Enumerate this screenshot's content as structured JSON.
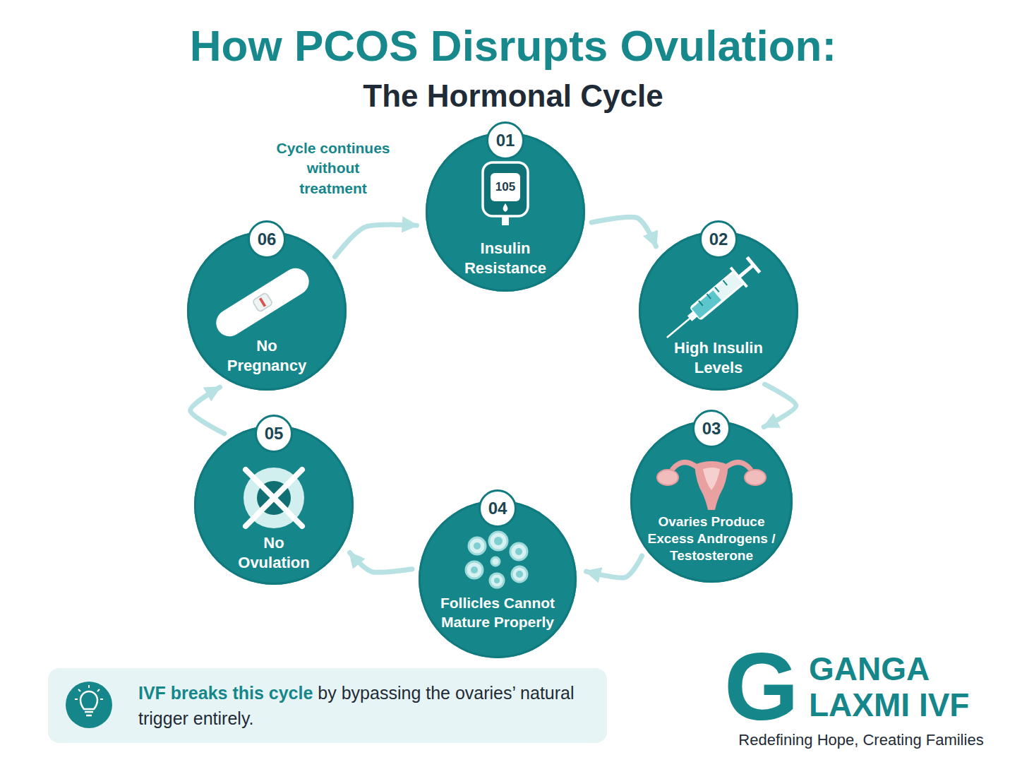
{
  "diagram": {
    "title": "How PCOS Disrupts Ovulation:",
    "nodes": [
      {
        "text": [
          "01",
          "Insulin Resistance"
        ]
      },
      {
        "text": [
          "02",
          "High Insulin Levels"
        ]
      },
      {
        "text": [
          "03",
          "Ovaries Produce Excess Androgens / Testosterone"
        ]
      },
      {
        "text": [
          "04",
          "Follicles Cannot Mature Properly"
        ]
      },
      {
        "text": [
          "05",
          "No Ovulation"
        ]
      },
      {
        "text": [
          "06",
          "No Pregnancy"
        ]
      },
      {
        "text": [
          "IVF breaks this cycle",
          "by bypassing the ovaries’ natural trigger entirely."
        ]
      }
    ],
    "edges": [
      {
        "from": 0,
        "to": 1,
        "arrow": "to"
      },
      {
        "from": 1,
        "to": 2,
        "arrow": "to"
      },
      {
        "from": 2,
        "to": 3,
        "arrow": "to"
      },
      {
        "from": 3,
        "to": 4,
        "arrow": "to"
      },
      {
        "from": 4,
        "to": 5,
        "arrow": "to"
      },
      {
        "from": 5,
        "to": 0,
        "label": "Cycle continues without treatment",
        "arrow": "to"
      }
    ],
    "labels": [
      "The Hormonal Cycle",
      "105",
      "G",
      "GANGA LAXMI IVF",
      "Redefining Hope, Creating Families"
    ]
  }
}
